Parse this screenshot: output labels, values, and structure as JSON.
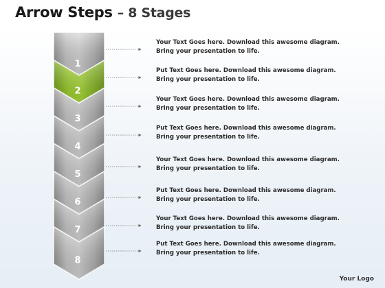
{
  "header": {
    "title": "Arrow Steps",
    "subtitle": "– 8 Stages"
  },
  "colors": {
    "highlight": "#8dc21f",
    "segment": "#b5b5b5",
    "arrow_line": "#777777"
  },
  "highlighted_step": 2,
  "steps": [
    {
      "number": "1",
      "line1": "Your Text Goes here. Download this awesome diagram.",
      "line2": "Bring your presentation to life."
    },
    {
      "number": "2",
      "line1": "Put Text Goes here. Download this awesome diagram.",
      "line2": "Bring your presentation to life."
    },
    {
      "number": "3",
      "line1": "Your Text Goes here. Download this awesome diagram.",
      "line2": "Bring your presentation to life."
    },
    {
      "number": "4",
      "line1": "Put Text Goes here. Download this awesome diagram.",
      "line2": "Bring your presentation to life."
    },
    {
      "number": "5",
      "line1": "Your Text Goes here. Download this awesome diagram.",
      "line2": "Bring your presentation to life."
    },
    {
      "number": "6",
      "line1": "Put Text Goes here. Download this awesome diagram.",
      "line2": "Bring your presentation to life."
    },
    {
      "number": "7",
      "line1": "Your Text Goes here. Download this awesome diagram.",
      "line2": "Bring your presentation to life."
    },
    {
      "number": "8",
      "line1": "Put Text Goes here. Download this awesome diagram.",
      "line2": "Bring your presentation to life."
    }
  ],
  "logo": "Your Logo"
}
